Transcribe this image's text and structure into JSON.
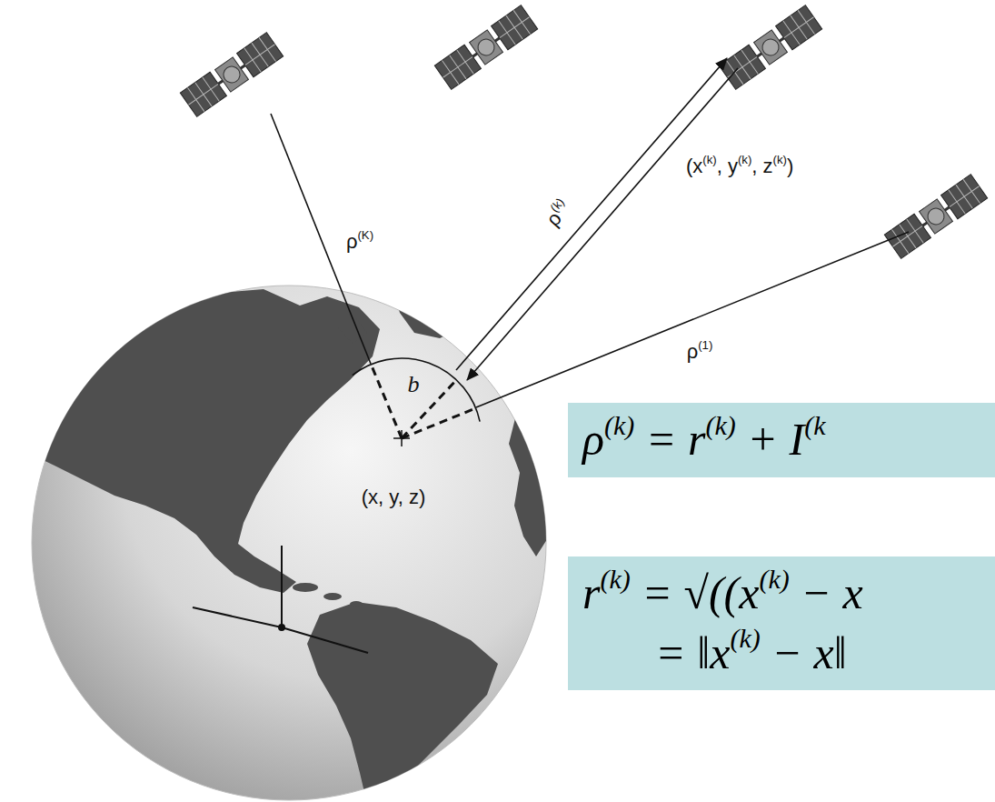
{
  "diagram": {
    "nodes": [
      {
        "text": [
          "ρ(k) = r(k) + I(k"
        ]
      },
      {
        "text": [
          "r(k) = √((x(k) − x",
          "= ‖x(k) − x‖"
        ]
      }
    ],
    "labels": [
      "ρ(K)",
      "ρ(k)",
      "(x(k), y(k), z(k))",
      "ρ(1)",
      "b",
      "(x, y, z)"
    ]
  }
}
